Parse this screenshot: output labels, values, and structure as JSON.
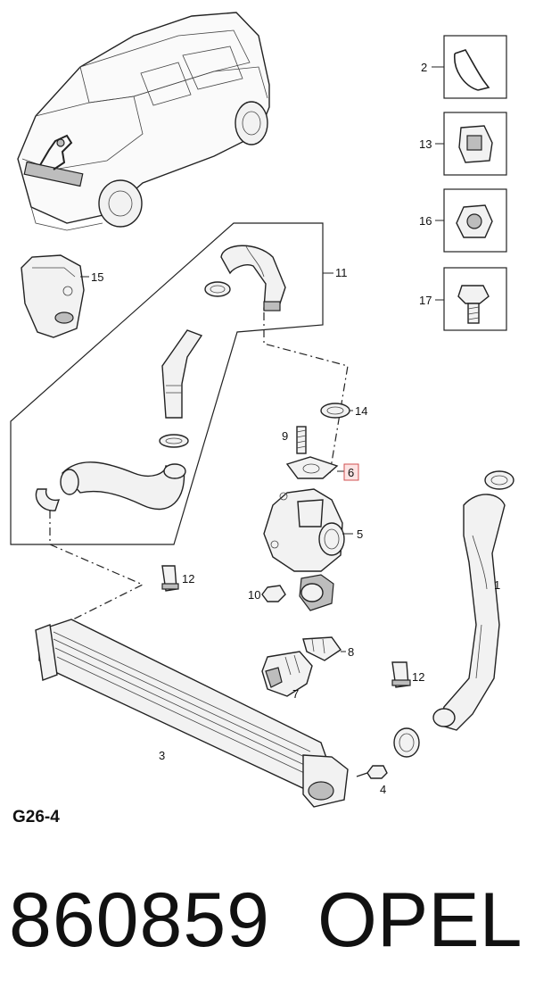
{
  "diagram": {
    "code": "G26-4",
    "part_number": "860859",
    "brand": "OPEL",
    "highlighted_callout": "6",
    "highlight_color": "#d05050",
    "callouts": {
      "c1": "1",
      "c2": "2",
      "c3": "3",
      "c4": "4",
      "c5": "5",
      "c6": "6",
      "c7": "7",
      "c8": "8",
      "c9": "9",
      "c10": "10",
      "c11": "11",
      "c12a": "12",
      "c12b": "12",
      "c13": "13",
      "c14": "14",
      "c15": "15",
      "c16": "16",
      "c17": "17"
    }
  }
}
